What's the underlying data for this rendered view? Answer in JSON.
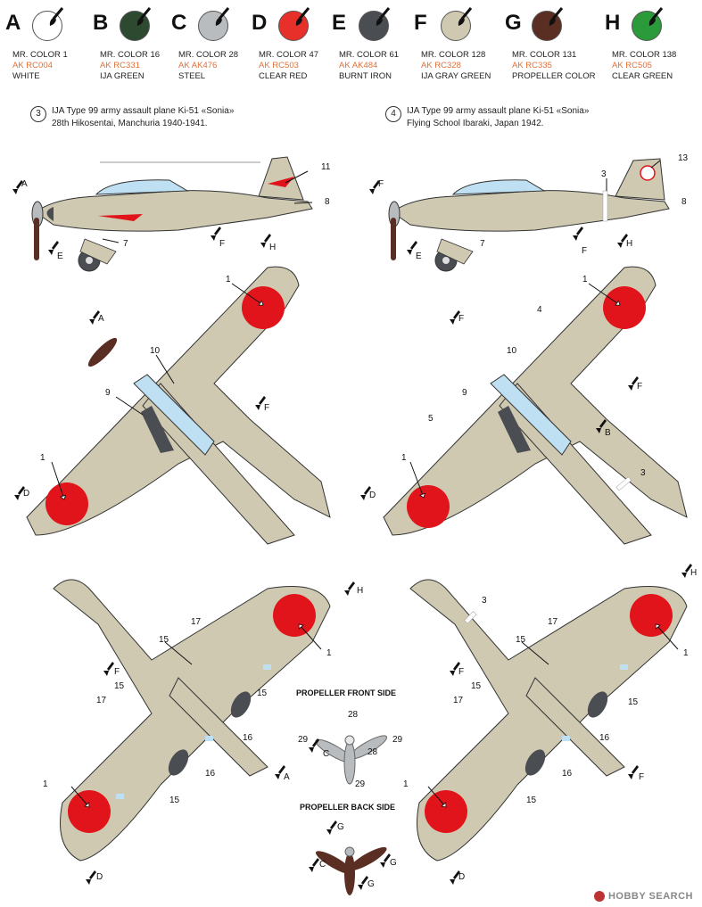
{
  "colors": [
    {
      "letter": "A",
      "mr": "MR. COLOR 1",
      "ak": "AK RC004",
      "name": "WHITE",
      "hex": "#ffffff"
    },
    {
      "letter": "B",
      "mr": "MR. COLOR 16",
      "ak": "AK RC331",
      "name": "IJA GREEN",
      "hex": "#2d4a30"
    },
    {
      "letter": "C",
      "mr": "MR. COLOR 28",
      "ak": "AK AK476",
      "name": "STEEL",
      "hex": "#b8bcbf"
    },
    {
      "letter": "D",
      "mr": "MR. COLOR 47",
      "ak": "AK RC503",
      "name": "CLEAR RED",
      "hex": "#e8302a"
    },
    {
      "letter": "E",
      "mr": "MR. COLOR 61",
      "ak": "AK AK484",
      "name": "BURNT IRON",
      "hex": "#4a4d52"
    },
    {
      "letter": "F",
      "mr": "MR. COLOR 128",
      "ak": "AK RC328",
      "name": "IJA GRAY GREEN",
      "hex": "#cfc9b2"
    },
    {
      "letter": "G",
      "mr": "MR. COLOR 131",
      "ak": "AK RC335",
      "name": "PROPELLER COLOR",
      "hex": "#5a2e22"
    },
    {
      "letter": "H",
      "mr": "MR. COLOR 138",
      "ak": "AK RC505",
      "name": "CLEAR GREEN",
      "hex": "#2a9a3a"
    }
  ],
  "schemes": [
    {
      "num": "3",
      "line1": "IJA Type 99 army assault plane Ki-51 «Sonia»",
      "line2": "28th Hikosentai, Manchuria 1940-1941."
    },
    {
      "num": "4",
      "line1": "IJA Type 99 army assault plane Ki-51 «Sonia»",
      "line2": "Flying School Ibaraki, Japan 1942."
    }
  ],
  "callouts": {
    "n1": "1",
    "n3": "3",
    "n4": "4",
    "n5": "5",
    "n7": "7",
    "n8": "8",
    "n9": "9",
    "n10": "10",
    "n11": "11",
    "n13": "13",
    "n15": "15",
    "n16": "16",
    "n17": "17",
    "n28": "28",
    "n29": "29",
    "A": "A",
    "B": "B",
    "C": "C",
    "D": "D",
    "E": "E",
    "F": "F",
    "G": "G",
    "H": "H"
  },
  "propeller": {
    "front": "PROPELLER FRONT SIDE",
    "back": "PROPELLER BACK SIDE"
  },
  "watermark": "HOBBY SEARCH",
  "palette": {
    "airframe": "#cfc9b2",
    "hinomaru": "#e0141a",
    "canopy": "#bfe0f2",
    "line": "#333333",
    "dark": "#4a4d52",
    "prop": "#5a2e22"
  }
}
